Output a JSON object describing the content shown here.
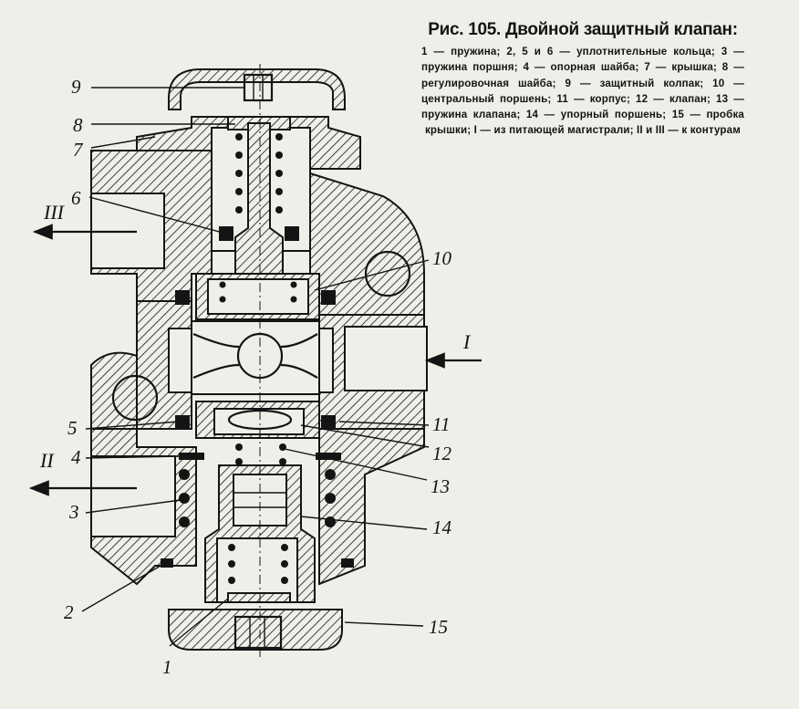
{
  "caption": {
    "title": "Рис. 105. Двойной защитный клапан:",
    "body": "1 — пружина; 2, 5 и 6 — уплотнительные кольца; 3 — пружина поршня; 4 — опорная шайба; 7 — крышка; 8 — регулировочная шайба; 9 — защитный колпак; 10 — центральный поршень; 11 — корпус; 12 — клапан; 13 — пружина клапана; 14 — упорный поршень; 15 — пробка крышки; I — из питающей магистрали; II и III — к контурам"
  },
  "callouts": {
    "n1": "1",
    "n2": "2",
    "n3": "3",
    "n4": "4",
    "n5": "5",
    "n6": "6",
    "n7": "7",
    "n8": "8",
    "n9": "9",
    "n10": "10",
    "n11": "11",
    "n12": "12",
    "n13": "13",
    "n14": "14",
    "n15": "15"
  },
  "ports": {
    "inlet": "I",
    "outlet2": "II",
    "outlet3": "III"
  },
  "colors": {
    "ink": "#141414",
    "paper": "#efefe9"
  }
}
